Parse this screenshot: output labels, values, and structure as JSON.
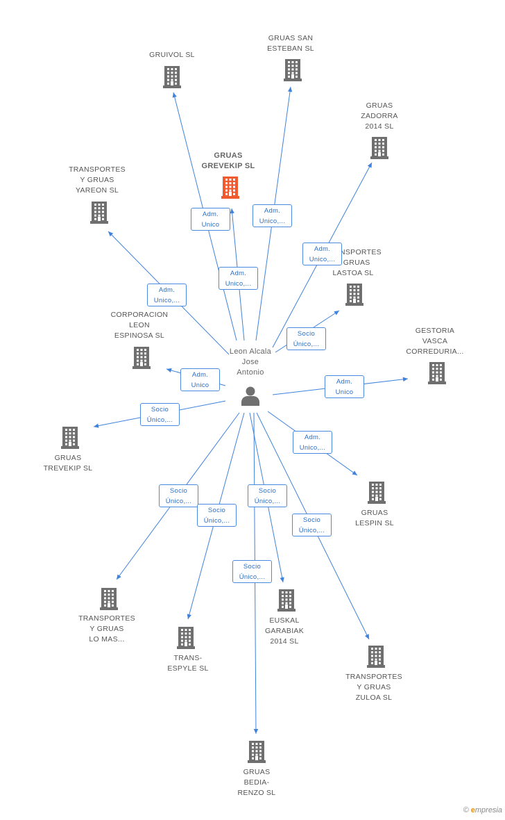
{
  "colors": {
    "edge": "#3f82dc",
    "company": "#6f6f6f",
    "company_focus": "#ef5a2f",
    "person": "#707070"
  },
  "person": {
    "name": "Leon Alcala\nJose\nAntonio",
    "icon": "person-icon"
  },
  "companies": [
    {
      "id": "gruivol",
      "name": "GRUIVOL SL",
      "focus": false
    },
    {
      "id": "gruas-san-esteban",
      "name": "GRUAS SAN\nESTEBAN SL",
      "focus": false
    },
    {
      "id": "gruas-zadorra",
      "name": "GRUAS\nZADORRA\n2014 SL",
      "focus": false
    },
    {
      "id": "gruas-grevekip",
      "name": "GRUAS\nGREVEKIP SL",
      "focus": true
    },
    {
      "id": "transportes-yareon",
      "name": "TRANSPORTES\nY GRUAS\nYAREON SL",
      "focus": false
    },
    {
      "id": "transportes-lastoa",
      "name": "TRANSPORTES\nY GRUAS\nLASTOA SL",
      "focus": false
    },
    {
      "id": "corporacion-leon",
      "name": "CORPORACION\nLEON\nESPINOSA SL",
      "focus": false
    },
    {
      "id": "gestoria-vasca",
      "name": "GESTORIA\nVASCA\nCORREDURIA...",
      "focus": false
    },
    {
      "id": "gruas-trevekip",
      "name": "GRUAS\nTREVEKIP SL",
      "focus": false
    },
    {
      "id": "gruas-lespin",
      "name": "GRUAS\nLESPIN SL",
      "focus": false
    },
    {
      "id": "transportes-lomas",
      "name": "TRANSPORTES\nY GRUAS\nLO MAS...",
      "focus": false
    },
    {
      "id": "trans-espyle",
      "name": "TRANS-\nESPYLE SL",
      "focus": false
    },
    {
      "id": "euskal-garabiak",
      "name": "EUSKAL\nGARABIAK\n2014 SL",
      "focus": false
    },
    {
      "id": "transportes-zuloa",
      "name": "TRANSPORTES\nY GRUAS\nZULOA SL",
      "focus": false
    },
    {
      "id": "gruas-bedia-renzo",
      "name": "GRUAS\nBEDIA-\nRENZO SL",
      "focus": false
    }
  ],
  "edges": [
    {
      "target": "gruivol",
      "role": "Adm.\nUnico"
    },
    {
      "target": "gruas-grevekip",
      "role": "Adm.\nUnico,..."
    },
    {
      "target": "gruas-san-esteban",
      "role": "Adm.\nUnico,..."
    },
    {
      "target": "gruas-zadorra",
      "role": "Adm.\nUnico,..."
    },
    {
      "target": "transportes-yareon",
      "role": "Adm.\nUnico,..."
    },
    {
      "target": "transportes-lastoa",
      "role": "Socio\nÚnico,..."
    },
    {
      "target": "corporacion-leon",
      "role": "Adm.\nUnico"
    },
    {
      "target": "gestoria-vasca",
      "role": "Adm.\nUnico"
    },
    {
      "target": "gruas-trevekip",
      "role": "Socio\nÚnico,..."
    },
    {
      "target": "gruas-lespin",
      "role": "Adm.\nUnico,..."
    },
    {
      "target": "transportes-lomas",
      "role": "Socio\nÚnico,..."
    },
    {
      "target": "trans-espyle",
      "role": "Socio\nÚnico,..."
    },
    {
      "target": "euskal-garabiak",
      "role": "Socio\nÚnico,..."
    },
    {
      "target": "gruas-bedia-renzo",
      "role": "Socio\nÚnico,..."
    },
    {
      "target": "transportes-zuloa",
      "role": "Socio\nÚnico,..."
    }
  ],
  "watermark": {
    "symbol": "©",
    "brand_initial": "e",
    "brand_rest": "mpresia"
  }
}
